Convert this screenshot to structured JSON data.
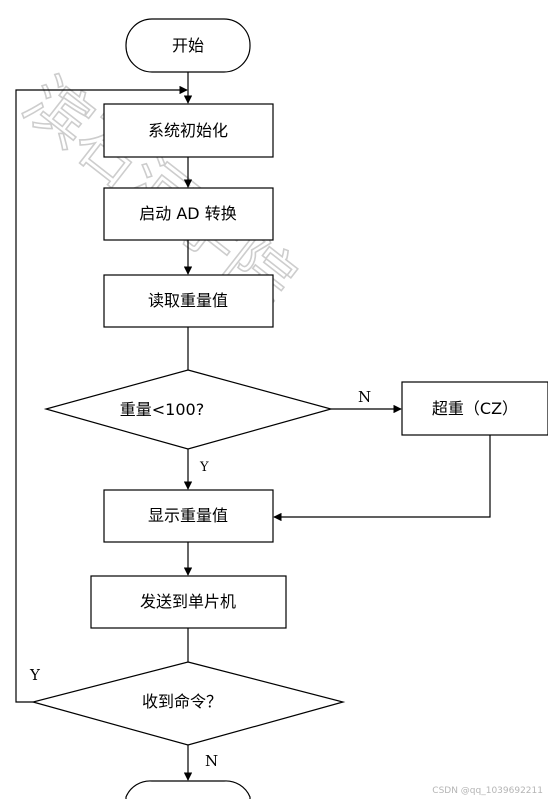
{
  "flowchart": {
    "start": "开始",
    "init": "系统初始化",
    "ad": "启动 AD 转换",
    "read": "读取重量值",
    "weight_check": "重量<100?",
    "overweight": "超重（CZ）",
    "display": "显示重量值",
    "send": "发送到单片机",
    "command_check": "收到命令？",
    "label_n1": "N",
    "label_y1": "Y",
    "label_y2": "Y",
    "label_n2": "N"
  },
  "watermark": {
    "text": "滨石河学院"
  },
  "footer": {
    "credit": "CSDN @qq_1039692211"
  }
}
